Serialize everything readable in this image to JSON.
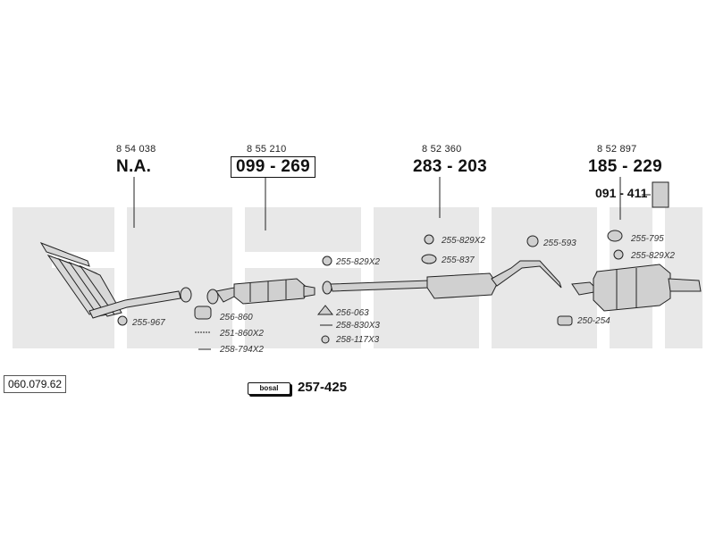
{
  "parts": {
    "p1": {
      "oem": "8 54 038",
      "pn": "N.A."
    },
    "p2": {
      "oem": "8 55 210",
      "pn": "099 - 269"
    },
    "p3": {
      "oem": "8 52 360",
      "pn": "283 - 203"
    },
    "p4": {
      "oem": "8 52 897",
      "pn": "185 - 229",
      "sub": "091 - 411"
    }
  },
  "accessories": {
    "a1": "255-967",
    "a2": "256-860",
    "a3": "251-860X2",
    "a4": "258-794X2",
    "a5": "255-829X2",
    "a6": "256-063",
    "a7": "258-830X3",
    "a8": "258-117X3",
    "a9": "255-829X2",
    "a10": "255-837",
    "a11": "255-593",
    "a12": "255-795",
    "a13": "255-829X2",
    "a14": "250-254"
  },
  "kit": {
    "brand": "bosal",
    "pn": "257-425"
  },
  "reference": "060.079.62",
  "colors": {
    "watermark": "#e6e6e6",
    "line": "#222222",
    "part_fill": "#cfcfcf"
  }
}
